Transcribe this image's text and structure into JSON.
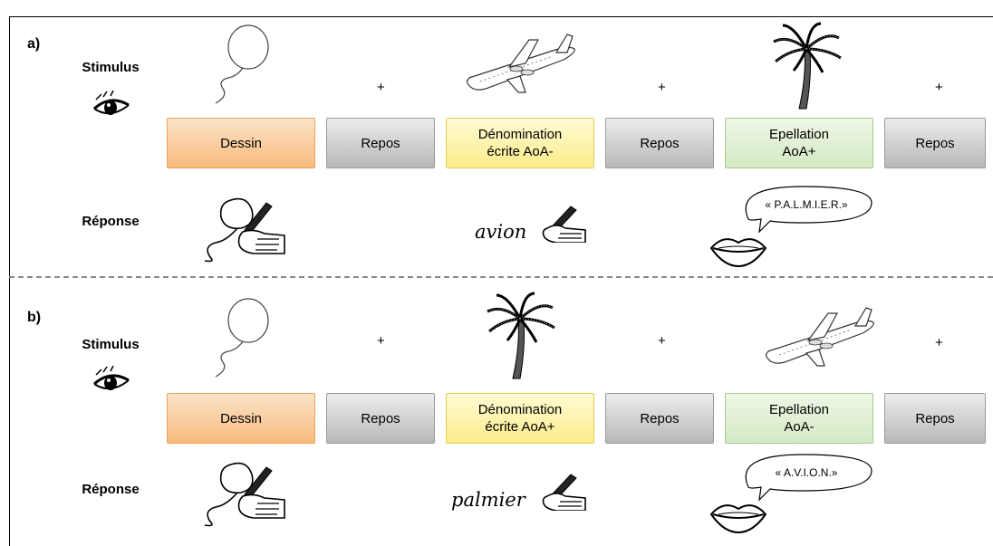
{
  "panel_a": {
    "label": "a)",
    "stimulus_label": "Stimulus",
    "response_label": "Réponse",
    "plus": "+",
    "blocks": [
      {
        "lines": [
          "Dessin"
        ],
        "color": "#f8bb7c"
      },
      {
        "lines": [
          "Repos"
        ],
        "color": "#b8b8b8"
      },
      {
        "lines": [
          "Dénomination",
          "écrite AoA-"
        ],
        "color": "#fcec8a"
      },
      {
        "lines": [
          "Repos"
        ],
        "color": "#b8b8b8"
      },
      {
        "lines": [
          "Epellation",
          "AoA+"
        ],
        "color": "#d4e9c4"
      },
      {
        "lines": [
          "Repos"
        ],
        "color": "#b8b8b8"
      }
    ],
    "stimuli": [
      "balloon-icon",
      "airplane-icon",
      "palm-tree-icon"
    ],
    "written_word": "avion",
    "spoken_text": "« P.A.L.M.I.E.R.»"
  },
  "panel_b": {
    "label": "b)",
    "stimulus_label": "Stimulus",
    "response_label": "Réponse",
    "plus": "+",
    "blocks": [
      {
        "lines": [
          "Dessin"
        ],
        "color": "#f8bb7c"
      },
      {
        "lines": [
          "Repos"
        ],
        "color": "#b8b8b8"
      },
      {
        "lines": [
          "Dénomination",
          "écrite AoA+"
        ],
        "color": "#fcec8a"
      },
      {
        "lines": [
          "Repos"
        ],
        "color": "#b8b8b8"
      },
      {
        "lines": [
          "Epellation",
          "AoA-"
        ],
        "color": "#d4e9c4"
      },
      {
        "lines": [
          "Repos"
        ],
        "color": "#b8b8b8"
      }
    ],
    "stimuli": [
      "balloon-icon",
      "palm-tree-icon",
      "airplane-icon"
    ],
    "written_word": "palmier",
    "spoken_text": "« A.V.I.O.N.»"
  }
}
